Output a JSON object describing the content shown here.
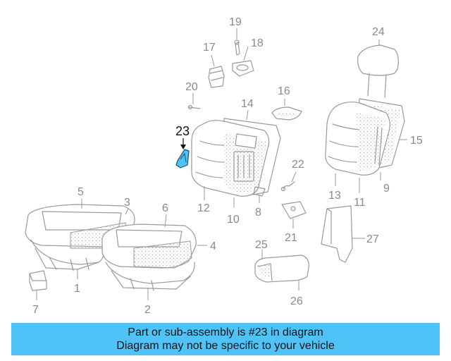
{
  "diagram": {
    "callouts": {
      "c1": "1",
      "c2": "2",
      "c3": "3",
      "c4": "4",
      "c5": "5",
      "c6": "6",
      "c7": "7",
      "c8": "8",
      "c9": "9",
      "c10": "10",
      "c11": "11",
      "c12": "12",
      "c13": "13",
      "c14": "14",
      "c15": "15",
      "c16": "16",
      "c17": "17",
      "c18": "18",
      "c19": "19",
      "c20": "20",
      "c21": "21",
      "c22": "22",
      "c23": "23",
      "c24": "24",
      "c25": "25",
      "c26": "26",
      "c27": "27"
    },
    "highlight_color": "#4fc3f7",
    "line_color": "#9a9a9a"
  },
  "banner": {
    "line1": "Part or sub-assembly is #23 in diagram",
    "line2": "Diagram may not be specific to your vehicle",
    "color": "#4fc3f7"
  }
}
